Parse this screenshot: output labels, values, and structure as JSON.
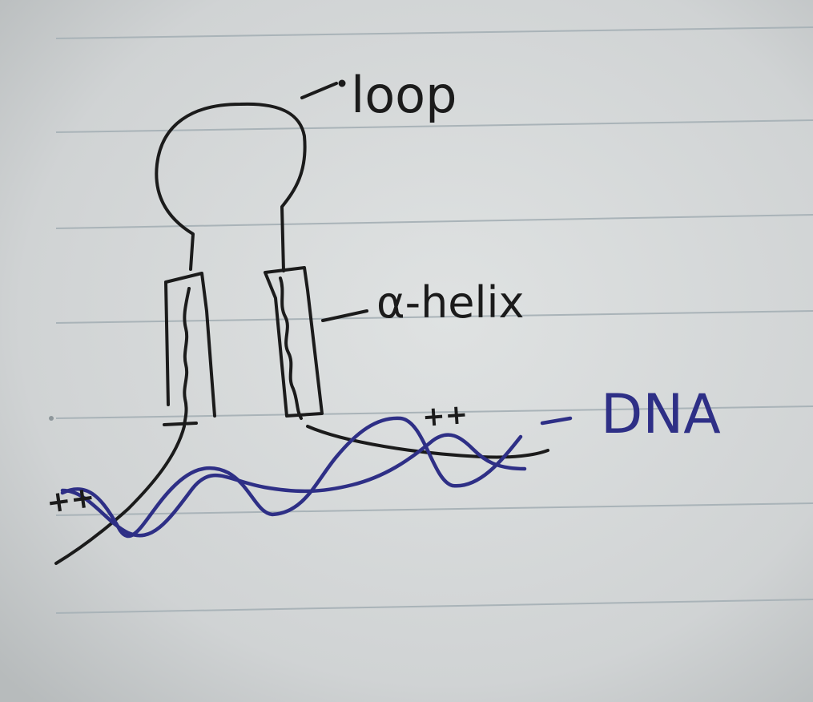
{
  "diagram": {
    "labels": {
      "loop": "loop",
      "helix": "α-helix",
      "dna": "DNA"
    },
    "charge_marks": {
      "left": "++",
      "right": "++"
    },
    "colors": {
      "paper": "#d6d9da",
      "ink": "#1b1b1b",
      "dna_ink": "#2e2f86",
      "ruled_line": "#a9b3b8"
    }
  }
}
